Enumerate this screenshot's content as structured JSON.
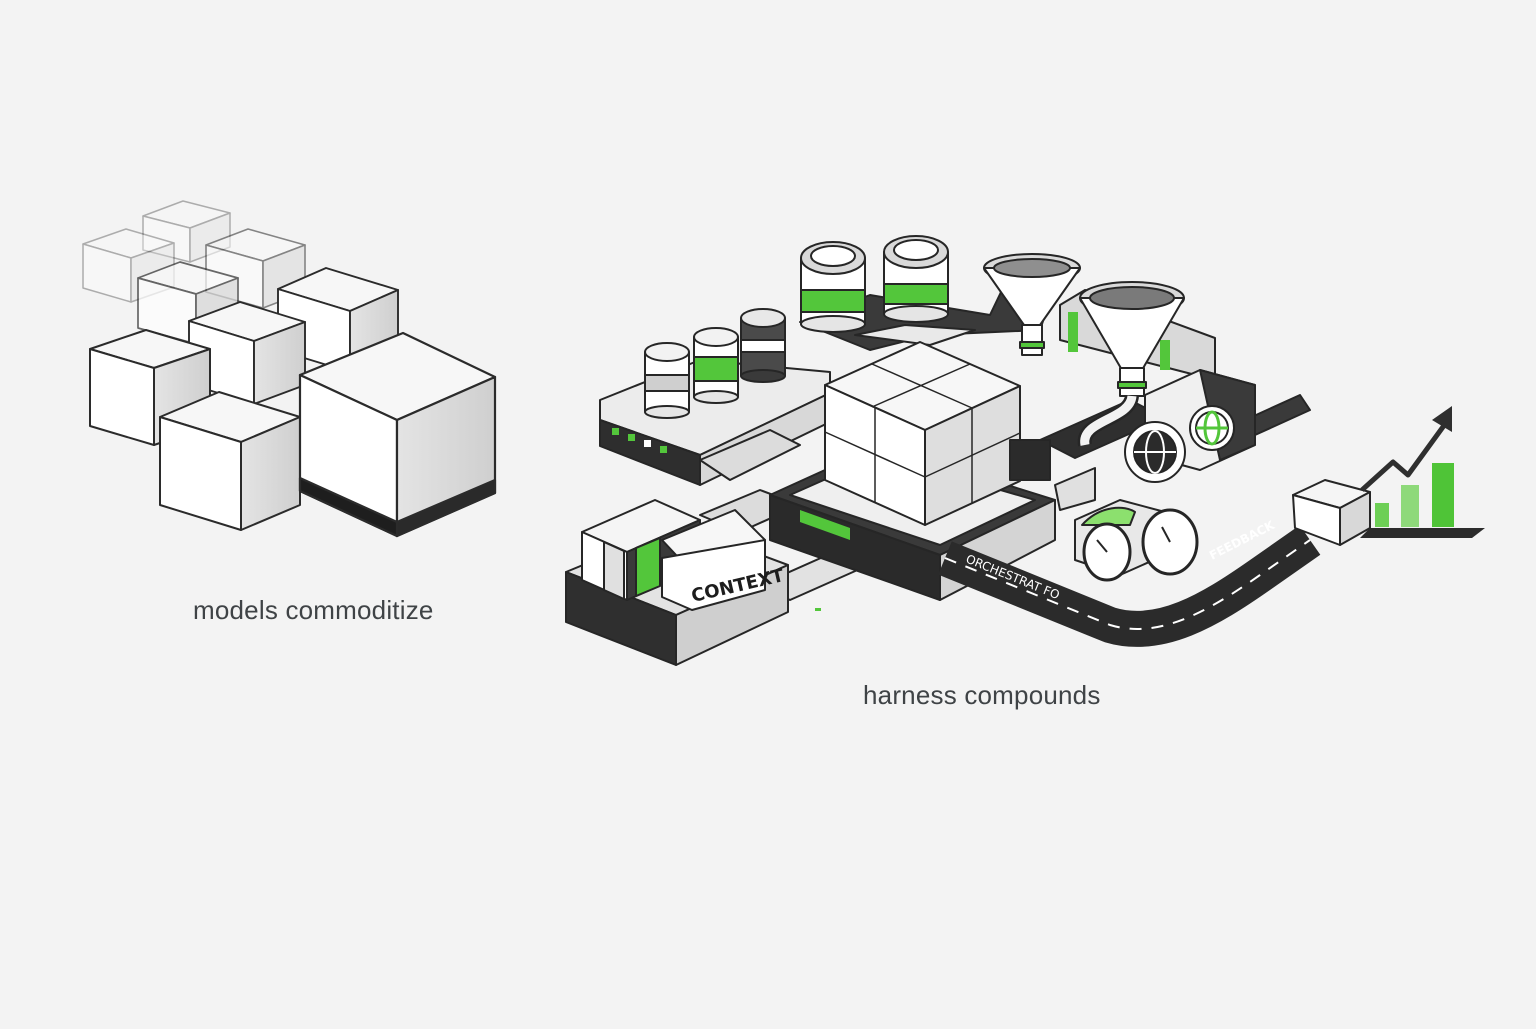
{
  "captions": {
    "left": "models commoditize",
    "right": "harness compounds"
  },
  "labels": {
    "context": "CONTEXT",
    "orchestration": "ORCHESTRAT  FO",
    "feedback": "FEEDBACK"
  },
  "icons": [
    "globe-icon",
    "gauge-icon",
    "growth-chart-icon",
    "funnel-icon",
    "database-cylinder-icon"
  ],
  "colors": {
    "accent": "#53c63b",
    "dark": "#2b2d2e",
    "background": "#f3f3f3"
  }
}
